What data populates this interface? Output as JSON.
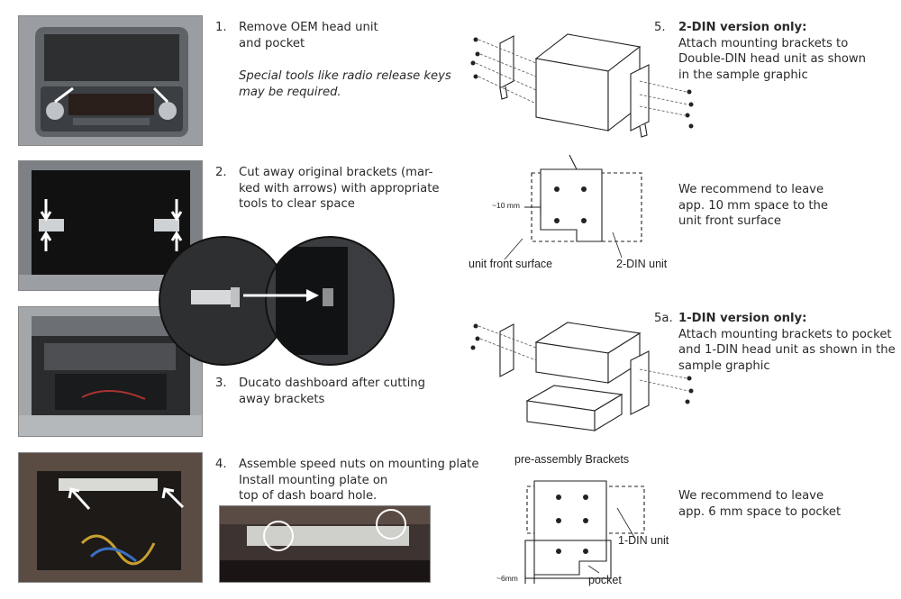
{
  "steps": [
    {
      "number": "1.",
      "lines": [
        "Remove OEM head unit",
        "and pocket"
      ],
      "note_lines": [
        "Special tools like radio release keys",
        "may be required."
      ]
    },
    {
      "number": "2.",
      "lines": [
        "Cut away original brackets (mar-",
        "ked with arrows) with appropriate",
        "tools to clear space"
      ]
    },
    {
      "number": "3.",
      "lines": [
        "Ducato dashboard after cutting",
        "away brackets"
      ]
    },
    {
      "number": "4.",
      "lines": [
        "Assemble speed nuts on mounting plate",
        "Install mounting plate on",
        "top of dash board hole."
      ]
    },
    {
      "number": "5.",
      "title": "2-DIN version only:",
      "lines": [
        "Attach mounting brackets to",
        "Double-DIN head unit as shown",
        "in the sample graphic"
      ]
    },
    {
      "number": "5a.",
      "title": "1-DIN version only:",
      "lines": [
        "Attach mounting brackets to pocket",
        "and 1-DIN head unit as shown in the",
        "sample graphic"
      ]
    }
  ],
  "recommendations": [
    {
      "lines": [
        "We recommend to leave",
        "app. 10 mm space to the",
        "unit front surface"
      ]
    },
    {
      "lines": [
        "We recommend to leave",
        "app. 6 mm space to pocket"
      ]
    }
  ],
  "diagram_labels": {
    "ten_mm": "~10 mm",
    "unit_front_surface": "unit front surface",
    "two_din_unit": "2-DIN unit",
    "pre_assembly": "pre-assembly Brackets",
    "one_din_unit": "1-DIN unit",
    "pocket": "pocket",
    "six_mm": "~6mm"
  }
}
